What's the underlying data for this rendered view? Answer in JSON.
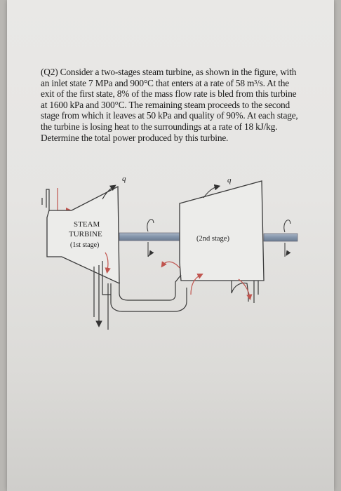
{
  "question": {
    "lines": [
      "(Q2) Consider a two-stages steam turbine, as shown in the figure, with",
      "an inlet state 7 MPa and 900°C that enters at a rate of 58 m³/s. At the",
      "exit of the first state, 8% of the mass flow rate is bled from this turbine",
      "at 1600 kPa and 300°C. The remaining steam proceeds to the second",
      "stage from which it leaves at 50 kPa and quality of 90%. At each stage,",
      "the turbine is losing heat to the surroundings at a rate of 18 kJ/kg.",
      "Determine the total power produced by this turbine."
    ]
  },
  "diagram": {
    "stage1_label_line1": "STEAM",
    "stage1_label_line2": "TURBINE",
    "stage1_label_line3": "(1st stage)",
    "stage2_label": "(2nd stage)",
    "heat_label_1": "q",
    "heat_label_2": "q"
  },
  "colors": {
    "shaft": "#8f9db0",
    "arrow_red": "#c0544e",
    "line": "#3a3a3a"
  }
}
